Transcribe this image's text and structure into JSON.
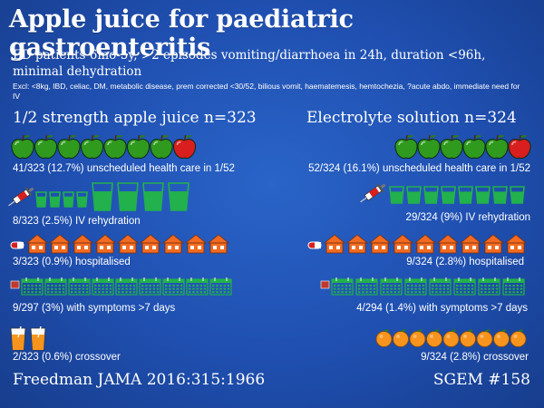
{
  "title": "Apple juice for paediatric gastroenteritis",
  "population": "ED patients 6mo-5y, >2 episodes vomiting/diarrhoea in 24h, duration <96h, minimal dehydration",
  "exclusions": "Excl: <8kg, IBD, celiac, DM, metabolic disease, prem corrected <30/52, bilious vomit, haematemesis, hemtochezia, ?acute abdo, immediate need for IV",
  "left": {
    "heading": "1/2 strength apple juice n=323",
    "outcomes": {
      "health_care": "41/323 (12.7%) unscheduled health care in 1/52",
      "iv": "8/323 (2.5%) IV rehydration",
      "hospitalised": "3/323 (0.9%) hospitalised",
      "symptoms": "9/297 (3%) with symptoms >7 days",
      "crossover": "2/323 (0.6%) crossover"
    }
  },
  "right": {
    "heading": "Electrolyte solution n=324",
    "outcomes": {
      "health_care": "52/324 (16.1%) unscheduled health care in 1/52",
      "iv": "29/324 (9%) IV rehydration",
      "hospitalised": "9/324 (2.8%) hospitalised",
      "symptoms": "4/294 (1.4%) with symptoms >7 days",
      "crossover": "9/324 (2.8%) crossover"
    }
  },
  "footer": {
    "citation": "Freedman JAMA 2016:315:1966",
    "episode": "SGEM #158"
  },
  "icons": {
    "healthcare_row": "apple-icon",
    "iv_row": "syringe-icon + glass-icon",
    "hospital_row": "house-icon",
    "symptoms_row": "calendar-icon",
    "crossover_row": "juice-glass-icon / orange-icon"
  },
  "colors": {
    "background": "#1f4fb0",
    "apple_green": "#2f9a1e",
    "apple_red": "#d81e1e",
    "icon_green": "#22b14c",
    "house_orange": "#f26b21",
    "orange_fruit": "#f7941d"
  }
}
